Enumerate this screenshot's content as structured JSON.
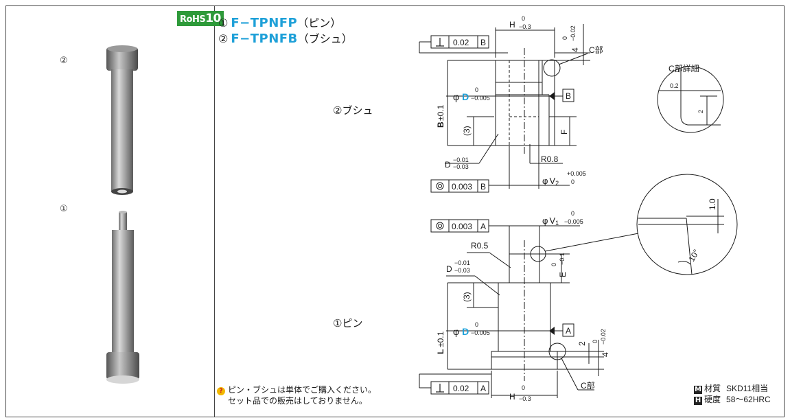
{
  "badge": {
    "rohs_prefix": "RoHS",
    "rohs_num": "10"
  },
  "photo": {
    "label_bush": "②",
    "label_pin": "①"
  },
  "titles": [
    {
      "num": "①",
      "code": "F−TPNFP",
      "suffix": "（ピン）"
    },
    {
      "num": "②",
      "code": "F−TPNFB",
      "suffix": "（ブシュ）"
    }
  ],
  "sections": {
    "bush": "②ブシュ",
    "pin": "①ピン"
  },
  "drawing": {
    "tol_002": "0.02",
    "tol_0003": "0.003",
    "datum_b": "B",
    "datum_a": "A",
    "h_dim": "H",
    "h_tol_upper": "0",
    "h_tol_lower": "−0.3",
    "four_dim": "4",
    "four_tol_upper": "0",
    "four_tol_lower": "−0.02",
    "c_part": "C部",
    "c_detail": "C部詳細",
    "detail_02": "0.2",
    "detail_2": "2",
    "phi": "φ",
    "d_letter": "D",
    "d_tol_upper": "0",
    "d_tol_lower": "−0.005",
    "b_dim": "B",
    "b_tol": "±0.1",
    "l_dim": "L",
    "l_tol": "±0.1",
    "three": "(3)",
    "f_dim": "F",
    "d_small": "D",
    "d_small_upper": "−0.01",
    "d_small_lower": "−0.03",
    "r08": "R0.8",
    "r05": "R0.5",
    "v2": "V",
    "v2_sub": "2",
    "v2_upper": "+0.005",
    "v2_lower": "0",
    "v1": "V",
    "v1_sub": "1",
    "v1_upper": "0",
    "v1_lower": "−0.005",
    "e_dim": "E",
    "e_tol_upper": "0",
    "e_tol_lower": "−0.1",
    "two": "2",
    "one_zero": "1.0",
    "ten_deg": "10°"
  },
  "note": {
    "icon": "?",
    "line1": "ピン・ブシュは単体でご購入ください。",
    "line2": "セット品での販売はしておりません。"
  },
  "spec": {
    "material_badge": "M",
    "material_label": "材質",
    "material_value": "SKD11相当",
    "hardness_badge": "H",
    "hardness_label": "硬度",
    "hardness_value": "58～62HRC"
  },
  "colors": {
    "accent_blue": "#1ea0d8",
    "rohs_green": "#2e9a3a"
  }
}
